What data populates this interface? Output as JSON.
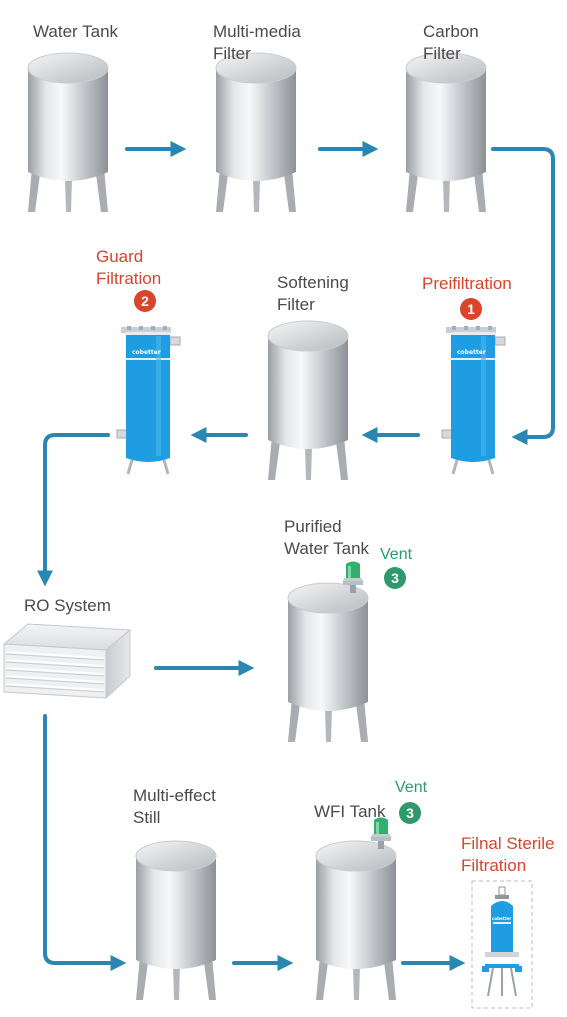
{
  "nodes": {
    "water_tank": "Water Tank",
    "multimedia_filter": [
      "Multi-media",
      "Filter"
    ],
    "carbon_filter": [
      "Carbon",
      "Filter"
    ],
    "prefiltration": "Preifiltration",
    "softening_filter": [
      "Softening",
      "Filter"
    ],
    "guard_filtration": [
      "Guard",
      "Filtration"
    ],
    "ro_system": "RO System",
    "purified_water_tank": [
      "Purified",
      "Water Tank"
    ],
    "multi_effect_still": [
      "Multi-effect",
      "Still"
    ],
    "wfi_tank": "WFI Tank",
    "final_sterile_filtration": [
      "Filnal Sterile",
      "Filtration"
    ]
  },
  "vent_label": "Vent",
  "steps": {
    "prefiltration": "1",
    "guard": "2",
    "vent": "3"
  },
  "filter_brand": "cobetter",
  "colors": {
    "arrow": "#2a86b3",
    "step_red": "#d9442b",
    "step_green": "#2e9a6c",
    "filter_blue": "#1f9de2"
  }
}
